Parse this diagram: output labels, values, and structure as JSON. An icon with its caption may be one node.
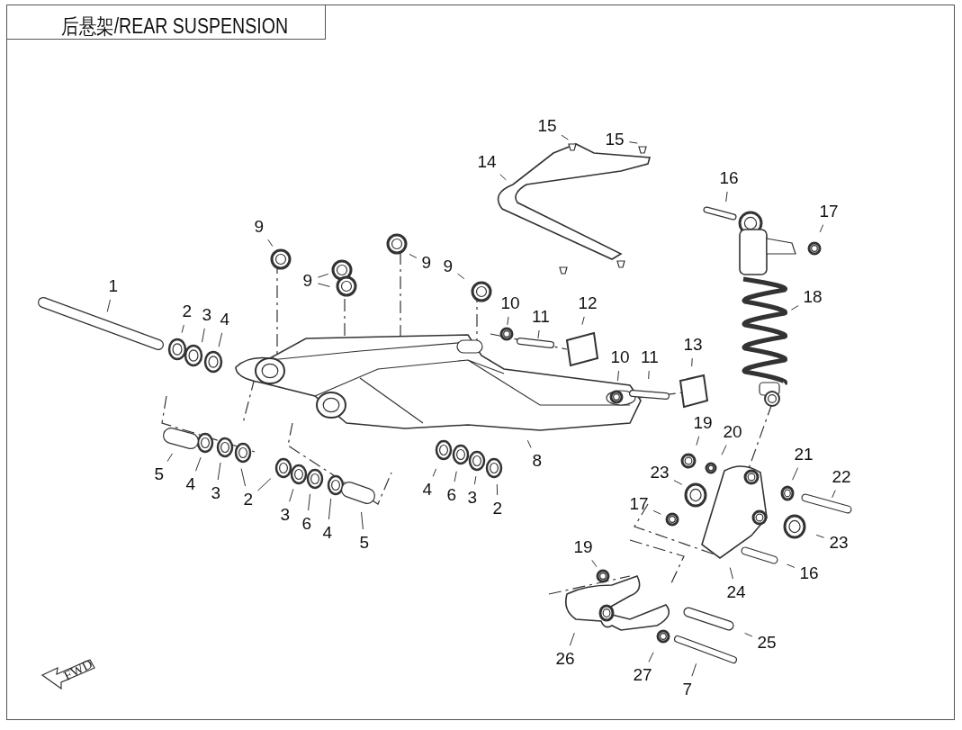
{
  "diagram": {
    "title": "后悬架/REAR SUSPENSION",
    "nodes": [
      {
        "text": [
          "15"
        ]
      },
      {
        "text": [
          "15"
        ]
      },
      {
        "text": [
          "14"
        ]
      },
      {
        "text": [
          "16"
        ]
      },
      {
        "text": [
          "17"
        ]
      },
      {
        "text": [
          "9"
        ]
      },
      {
        "text": [
          "9"
        ]
      },
      {
        "text": [
          "9"
        ]
      },
      {
        "text": [
          "9"
        ]
      },
      {
        "text": [
          "18"
        ]
      },
      {
        "text": [
          "1"
        ]
      },
      {
        "text": [
          "12"
        ]
      },
      {
        "text": [
          "2"
        ]
      },
      {
        "text": [
          "3"
        ]
      },
      {
        "text": [
          "4"
        ]
      },
      {
        "text": [
          "10"
        ]
      },
      {
        "text": [
          "11"
        ]
      },
      {
        "text": [
          "13"
        ]
      },
      {
        "text": [
          "10"
        ]
      },
      {
        "text": [
          "11"
        ]
      },
      {
        "text": [
          "19"
        ]
      },
      {
        "text": [
          "20"
        ]
      },
      {
        "text": [
          "21"
        ]
      },
      {
        "text": [
          "22"
        ]
      },
      {
        "text": [
          "23"
        ]
      },
      {
        "text": [
          "17"
        ]
      },
      {
        "text": [
          "8"
        ]
      },
      {
        "text": [
          "5"
        ]
      },
      {
        "text": [
          "4"
        ]
      },
      {
        "text": [
          "3"
        ]
      },
      {
        "text": [
          "2"
        ]
      },
      {
        "text": [
          "4"
        ]
      },
      {
        "text": [
          "6"
        ]
      },
      {
        "text": [
          "3"
        ]
      },
      {
        "text": [
          "2"
        ]
      },
      {
        "text": [
          "3"
        ]
      },
      {
        "text": [
          "6"
        ]
      },
      {
        "text": [
          "4"
        ]
      },
      {
        "text": [
          "5"
        ]
      },
      {
        "text": [
          "23"
        ]
      },
      {
        "text": [
          "19"
        ]
      },
      {
        "text": [
          "16"
        ]
      },
      {
        "text": [
          "24"
        ]
      },
      {
        "text": [
          "25"
        ]
      },
      {
        "text": [
          "26"
        ]
      },
      {
        "text": [
          "27"
        ]
      },
      {
        "text": [
          "7"
        ]
      }
    ],
    "edges": [
      {
        "from": 0,
        "to": null,
        "arrow": "none"
      },
      {
        "from": 1,
        "to": null,
        "arrow": "none"
      },
      {
        "from": 2,
        "to": null,
        "arrow": "none"
      },
      {
        "from": 3,
        "to": null,
        "arrow": "none"
      },
      {
        "from": 4,
        "to": null,
        "arrow": "none"
      },
      {
        "from": 5,
        "to": null,
        "arrow": "none"
      },
      {
        "from": 6,
        "to": null,
        "arrow": "none"
      },
      {
        "from": 6,
        "to": null,
        "arrow": "none"
      },
      {
        "from": 7,
        "to": null,
        "arrow": "none"
      },
      {
        "from": 8,
        "to": null,
        "arrow": "none"
      },
      {
        "from": 9,
        "to": null,
        "arrow": "none"
      },
      {
        "from": 10,
        "to": null,
        "arrow": "none"
      },
      {
        "from": 11,
        "to": null,
        "arrow": "none"
      },
      {
        "from": 12,
        "to": null,
        "arrow": "none"
      },
      {
        "from": 13,
        "to": null,
        "arrow": "none"
      },
      {
        "from": 14,
        "to": null,
        "arrow": "none"
      },
      {
        "from": 15,
        "to": null,
        "arrow": "none"
      },
      {
        "from": 16,
        "to": null,
        "arrow": "none"
      },
      {
        "from": 17,
        "to": null,
        "arrow": "none"
      },
      {
        "from": 18,
        "to": null,
        "arrow": "none"
      },
      {
        "from": 19,
        "to": null,
        "arrow": "none"
      },
      {
        "from": 20,
        "to": null,
        "arrow": "none"
      },
      {
        "from": 21,
        "to": null,
        "arrow": "none"
      },
      {
        "from": 22,
        "to": null,
        "arrow": "none"
      },
      {
        "from": 23,
        "to": null,
        "arrow": "none"
      },
      {
        "from": 24,
        "to": null,
        "arrow": "none"
      },
      {
        "from": 25,
        "to": null,
        "arrow": "none"
      },
      {
        "from": 26,
        "to": null,
        "arrow": "none"
      },
      {
        "from": 27,
        "to": null,
        "arrow": "none"
      },
      {
        "from": 28,
        "to": null,
        "arrow": "none"
      },
      {
        "from": 29,
        "to": null,
        "arrow": "none"
      },
      {
        "from": 30,
        "to": null,
        "arrow": "none"
      },
      {
        "from": 30,
        "to": null,
        "arrow": "none"
      },
      {
        "from": 31,
        "to": null,
        "arrow": "none"
      },
      {
        "from": 32,
        "to": null,
        "arrow": "none"
      },
      {
        "from": 33,
        "to": null,
        "arrow": "none"
      },
      {
        "from": 34,
        "to": null,
        "arrow": "none"
      },
      {
        "from": 35,
        "to": null,
        "arrow": "none"
      },
      {
        "from": 36,
        "to": null,
        "arrow": "none"
      },
      {
        "from": 37,
        "to": null,
        "arrow": "none"
      },
      {
        "from": 38,
        "to": null,
        "arrow": "none"
      },
      {
        "from": 39,
        "to": null,
        "arrow": "none"
      },
      {
        "from": 40,
        "to": null,
        "arrow": "none"
      },
      {
        "from": 41,
        "to": null,
        "arrow": "none"
      },
      {
        "from": 42,
        "to": null,
        "arrow": "none"
      },
      {
        "from": 43,
        "to": null,
        "arrow": "none"
      },
      {
        "from": 44,
        "to": null,
        "arrow": "none"
      },
      {
        "from": 45,
        "to": null,
        "arrow": "none"
      },
      {
        "from": 46,
        "to": null,
        "arrow": "none"
      }
    ],
    "labels": [
      "FWD"
    ]
  }
}
